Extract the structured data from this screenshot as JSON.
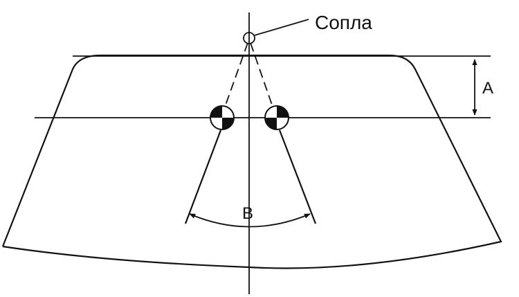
{
  "labels": {
    "nozzles": "Сопла",
    "dim_a": "A",
    "dim_b": "B"
  },
  "colors": {
    "stroke": "#111111",
    "background": "#ffffff"
  }
}
